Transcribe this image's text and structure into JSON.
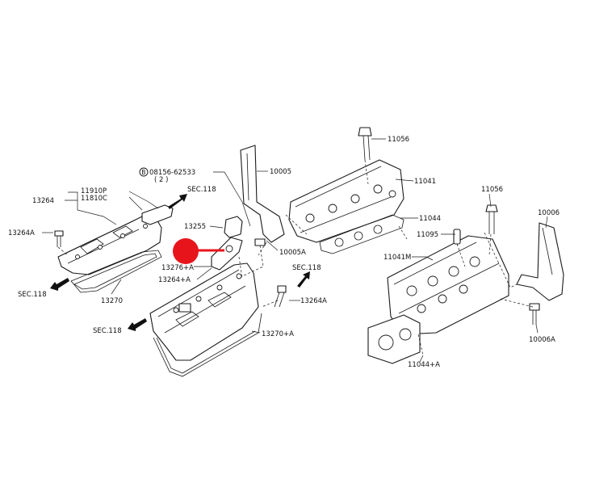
{
  "highlight_color": "#e8141c",
  "labels": {
    "p11056_top": "11056",
    "p10005": "10005",
    "p11041": "11041",
    "p08156": "08156-62533",
    "p08156_qty": "( 2 )",
    "p11910P": "11910P",
    "p11810C": "11810C",
    "sec118_a": "SEC.118",
    "p13264": "13264",
    "p13264A_left": "13264A",
    "p13255": "13255",
    "p11044": "11044",
    "p11095": "11095",
    "p11056_right": "11056",
    "p10006": "10006",
    "p10005A": "10005A",
    "p11041M": "11041M",
    "p13276A": "13276+A",
    "sec118_b": "SEC.118",
    "p13264_plusA": "13264+A",
    "sec118_c": "SEC.118",
    "p13270": "13270",
    "p13264A_right": "13264A",
    "sec118_d": "SEC.118",
    "p13270A": "13270+A",
    "p10006A": "10006A",
    "p11044A": "11044+A"
  },
  "icons": {
    "bolt_symbol": "circled-B-icon",
    "highlight_marker": "red-dot-icon"
  }
}
